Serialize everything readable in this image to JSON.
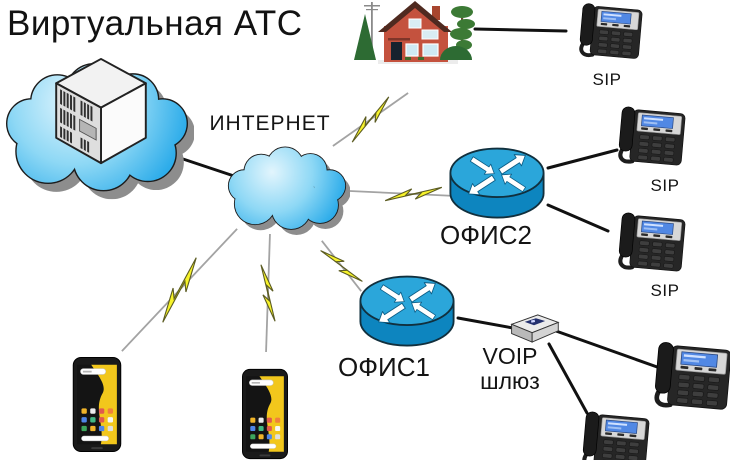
{
  "title": "Виртуальная АТС",
  "labels": {
    "internet": "ИНТЕРНЕТ",
    "office2": "ОФИС2",
    "office1": "ОФИС1",
    "voip_gateway_line1": "VOIP",
    "voip_gateway_line2": "шлюз",
    "sip_phone_top": "SIP",
    "sip_phone_office2_a": "SIP",
    "sip_phone_office2_b": "SIP"
  },
  "icons": {
    "virtual_pbx": "cloud-with-server-icon",
    "internet": "cloud-icon",
    "home": "house-icon",
    "office2": "router-icon",
    "office1": "router-icon",
    "voip_gateway": "gateway-box-icon",
    "sip_phones": "desk-phone-icon",
    "mobile_clients": "smartphone-icon",
    "wireless_link": "lightning-bolt-icon",
    "wired_link": "black-line"
  },
  "colors": {
    "background": "#ffffff",
    "cloud_blue": "#35b1e9",
    "cloud_highlight": "#dff4fd",
    "router_top_blue": "#2ba6da",
    "router_body_blue": "#0d85bf",
    "lightning_yellow": "#f7f32a",
    "house_red": "#c4523e",
    "phone_screen_blue": "#5188e4",
    "text_black": "#141414",
    "line_black": "#111111"
  }
}
